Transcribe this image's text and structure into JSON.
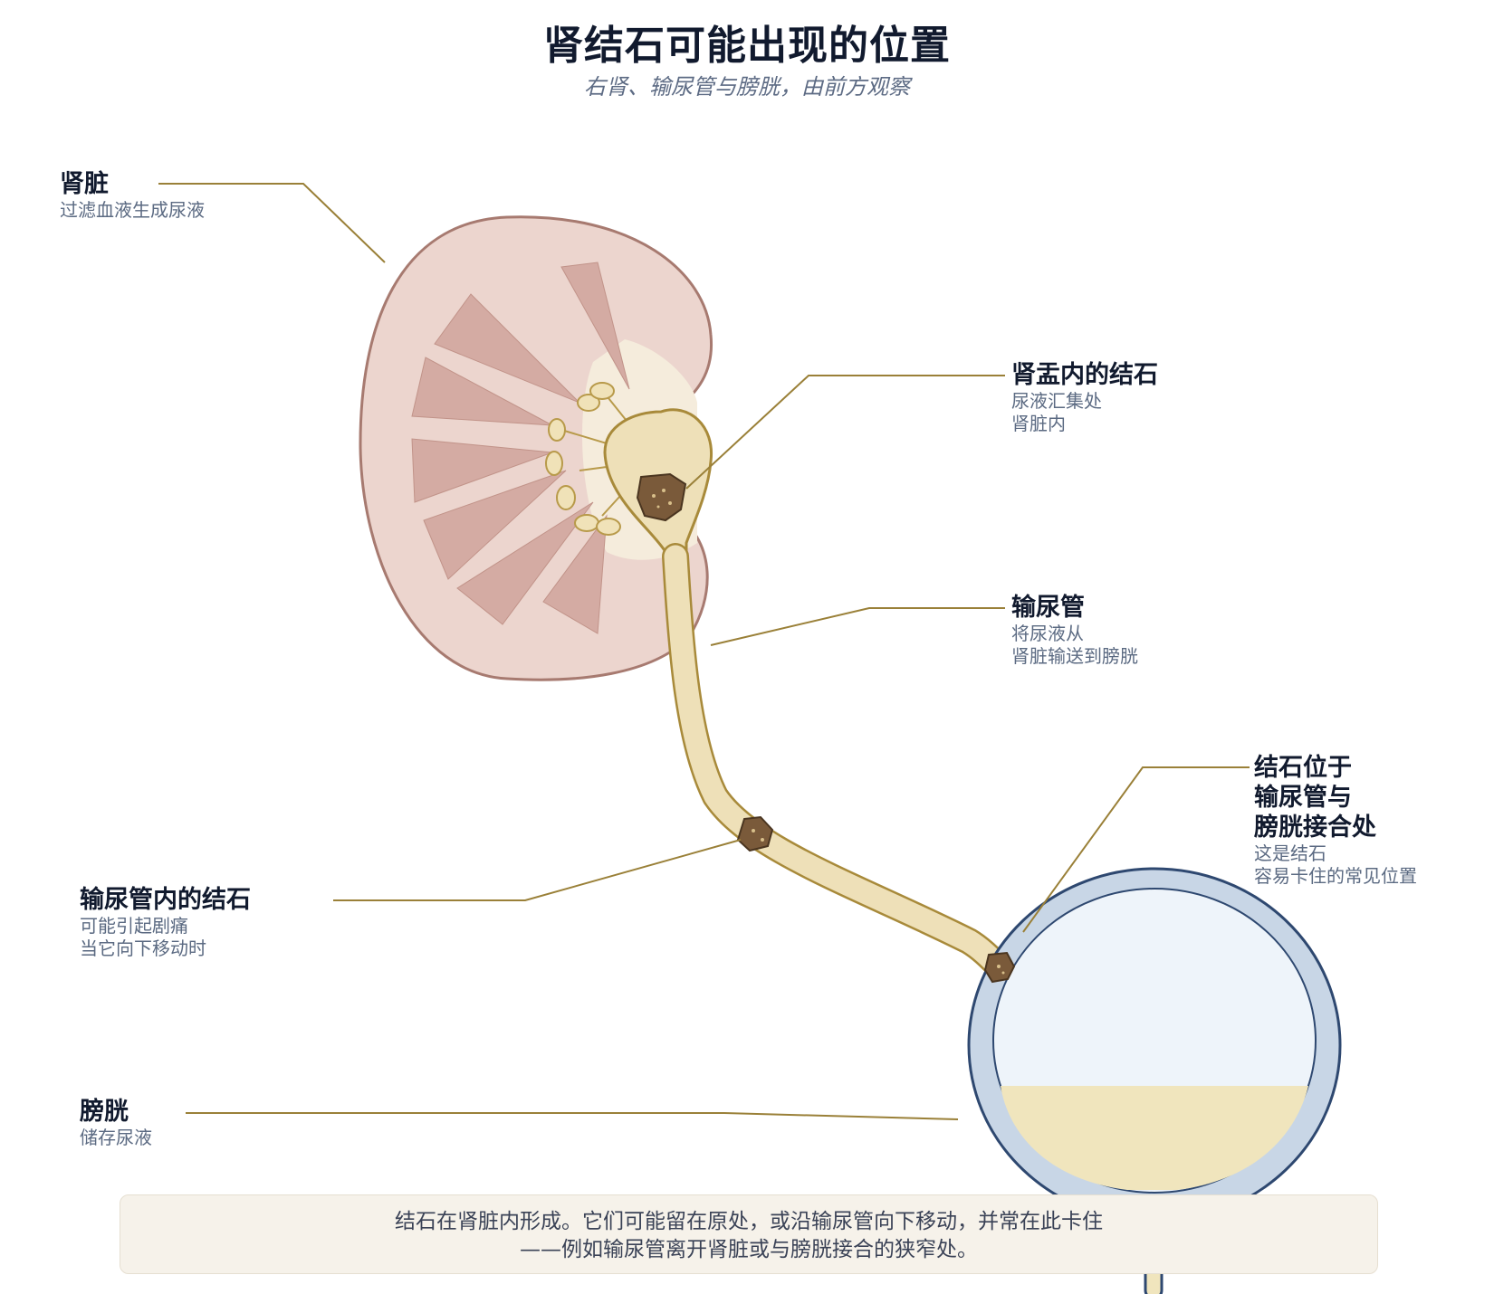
{
  "title": "肾结石可能出现的位置",
  "subtitle": "右肾、输尿管与膀胱，由前方观察",
  "labels": {
    "kidney": {
      "head": "肾脏",
      "desc": [
        "过滤血液生成尿液"
      ]
    },
    "pelvis_stone": {
      "head": "肾盂内的结石",
      "desc": [
        "尿液汇集处",
        "肾脏内"
      ]
    },
    "ureter": {
      "head": "输尿管",
      "desc": [
        "将尿液从",
        "肾脏输送到膀胱"
      ]
    },
    "ujunction_stone": {
      "head": [
        "结石位于",
        "输尿管与",
        "膀胱接合处"
      ],
      "desc": [
        "这是结石",
        "容易卡住的常见位置"
      ]
    },
    "ureter_stone": {
      "head": "输尿管内的结石",
      "desc": [
        "可能引起剧痛",
        "当它向下移动时"
      ]
    },
    "bladder": {
      "head": "膀胱",
      "desc": [
        "储存尿液"
      ]
    }
  },
  "note": {
    "line1": "结石在肾脏内形成。它们可能留在原处，或沿输尿管向下移动，并常在此卡住",
    "line2": "——例如输尿管离开肾脏或与膀胱接合的狭窄处。"
  },
  "colors": {
    "kidney_fill": "#ecd5ce",
    "kidney_stroke": "#a77a70",
    "pyramid": "#d4aba3",
    "ureter": "#eee0b8",
    "ureter_stroke": "#a88a3a",
    "stone": "#7a5a3a",
    "bladder_wall": "#c8d6e6",
    "bladder_stroke": "#2e4870",
    "urine": "#f0e5bd",
    "leader": "#9a8038"
  }
}
